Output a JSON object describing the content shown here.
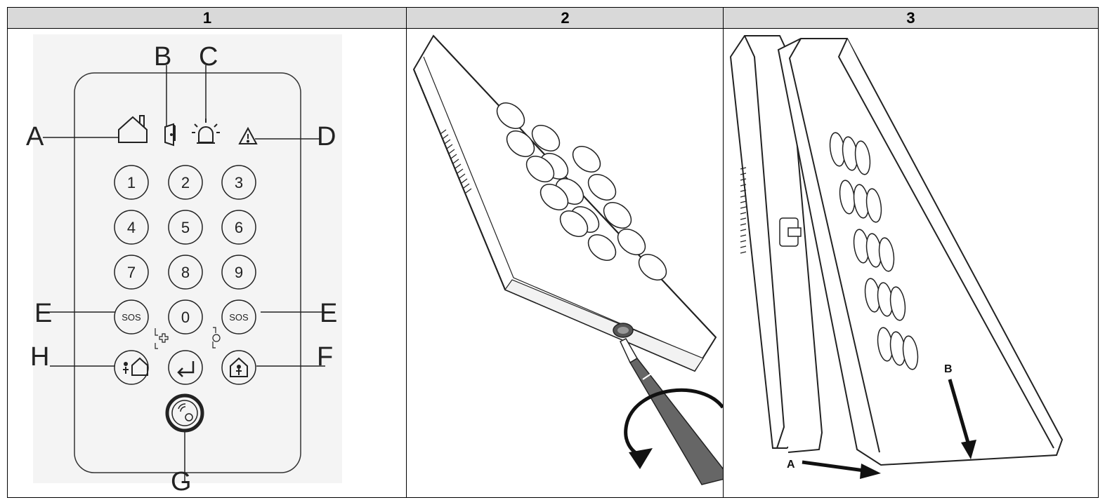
{
  "headers": [
    "1",
    "2",
    "3"
  ],
  "panel1": {
    "callouts": {
      "a": "A",
      "b": "B",
      "c": "C",
      "d": "D",
      "e_left": "E",
      "e_right": "E",
      "f": "F",
      "g": "G",
      "h": "H"
    },
    "keys": [
      "1",
      "2",
      "3",
      "4",
      "5",
      "6",
      "7",
      "8",
      "9",
      "SOS",
      "0",
      "SOS"
    ]
  },
  "panel3": {
    "arrows": {
      "a": "A",
      "b": "B"
    }
  }
}
